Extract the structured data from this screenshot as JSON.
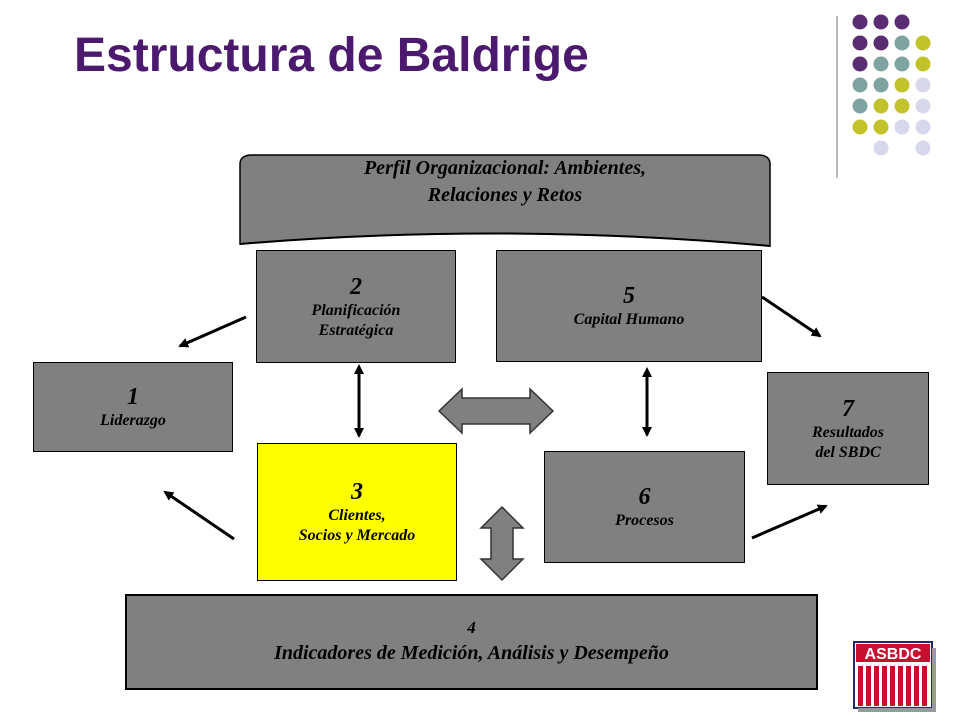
{
  "title": "Estructura de Baldrige",
  "profile": {
    "line1": "Perfil Organizacional: Ambientes,",
    "line2": "Relaciones y Retos"
  },
  "boxes": {
    "b1": {
      "num": "1",
      "lines": [
        "Liderazgo"
      ]
    },
    "b2": {
      "num": "2",
      "lines": [
        "Planificación",
        "Estratégica"
      ]
    },
    "b3": {
      "num": "3",
      "lines": [
        "Clientes,",
        "Socios y Mercado"
      ]
    },
    "b4": {
      "num": "4",
      "lines": [
        "Indicadores de Medición, Análisis y Desempeño"
      ]
    },
    "b5": {
      "num": "5",
      "lines": [
        "Capital Humano"
      ]
    },
    "b6": {
      "num": "6",
      "lines": [
        "Procesos"
      ]
    },
    "b7": {
      "num": "7",
      "lines": [
        "Resultados",
        "del SBDC"
      ]
    }
  },
  "logo": {
    "text": "ASBDC"
  },
  "colors": {
    "title": "#4b1a6e",
    "box_fill": "#808080",
    "highlight_fill": "#ffff00",
    "dot_purple": "#5a2d73",
    "dot_teal": "#7fa3a0",
    "dot_olive": "#c2c22a",
    "dot_lavender": "#d8d8ec",
    "logo_red": "#c8102e",
    "logo_blue": "#1f2a6b"
  }
}
